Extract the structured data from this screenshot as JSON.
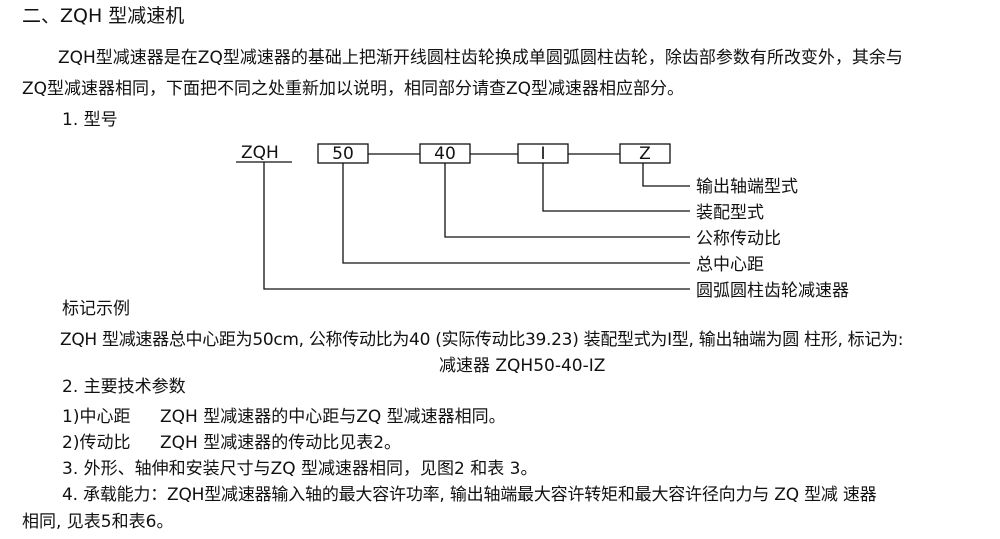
{
  "section_title": "二、ZQH 型减速机",
  "intro": {
    "line1": "ZQH型减速器是在ZQ型减速器的基础上把渐开线圆柱齿轮换成单圆弧圆柱齿轮，除齿部参数有所改变外，其余与",
    "line2": "ZQ型减速器相同，下面把不同之处重新加以说明，相同部分请查ZQ型减速器相应部分。"
  },
  "model": {
    "heading": "1. 型号",
    "prefix": "ZQH",
    "box_center_distance": "50",
    "box_ratio": "40",
    "box_assembly": "I",
    "box_output_shaft": "Z",
    "label_output_shaft": "输出轴端型式",
    "label_assembly": "装配型式",
    "label_ratio": "公称传动比",
    "label_center_distance": "总中心距",
    "label_prefix": "圆弧圆柱齿轮减速器"
  },
  "example": {
    "heading": "标记示例",
    "text": "ZQH 型减速器总中心距为50cm, 公称传动比为40 (实际传动比39.23) 装配型式为I型, 输出轴端为圆 柱形, 标记为:",
    "mark": "减速器 ZQH50-40-IZ"
  },
  "tech": {
    "heading": "2. 主要技术参数",
    "item1_label": "1)中心距",
    "item1_text": "ZQH 型减速器的中心距与ZQ 型减速器相同。",
    "item2_label": "2)传动比",
    "item2_text": "ZQH 型减速器的传动比见表2。",
    "item3": "3. 外形、轴伸和安装尺寸与ZQ 型减速器相同，见图2 和表 3。",
    "item4_line1": "4. 承载能力：ZQH型减速器输入轴的最大容许功率, 输出轴端最大容许转矩和最大容许径向力与 ZQ 型减 速器",
    "item4_line2": "相同, 见表5和表6。"
  }
}
